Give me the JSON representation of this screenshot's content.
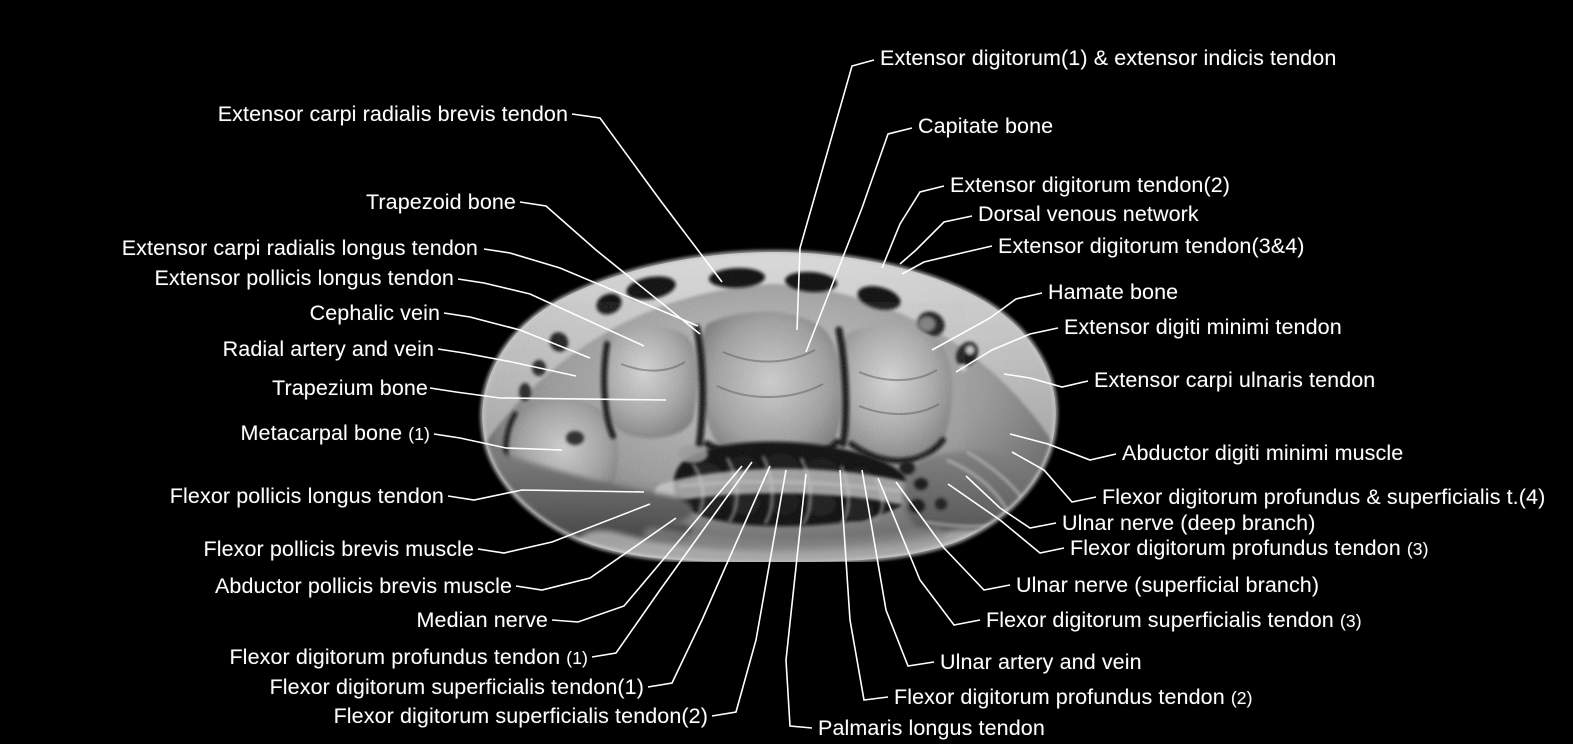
{
  "figure": {
    "type": "axial-mri-cross-section",
    "region": "wrist / carpal tunnel",
    "background_color": "#000000",
    "label_color": "#ffffff",
    "leader_color": "#ffffff"
  },
  "labels": {
    "extensor_digitorum_1_indicis": "Extensor digitorum(1) & extensor indicis tendon",
    "capitate_bone": "Capitate bone",
    "extensor_digitorum_tendon_2": "Extensor digitorum tendon(2)",
    "dorsal_venous_network": "Dorsal venous network",
    "extensor_digitorum_tendon_34": "Extensor digitorum tendon(3&4)",
    "hamate_bone": "Hamate bone",
    "extensor_digiti_minimi_tendon": "Extensor digiti minimi tendon",
    "extensor_carpi_ulnaris_tendon": "Extensor carpi ulnaris tendon",
    "abductor_digiti_minimi_muscle": "Abductor digiti minimi muscle",
    "fdp_fds_t4": "Flexor digitorum profundus & superficialis t.(4)",
    "ulnar_nerve_deep": "Ulnar nerve (deep branch)",
    "fdp_tendon_3_main": "Flexor digitorum profundus tendon",
    "fdp_tendon_3_num": "(3)",
    "ulnar_nerve_superficial": "Ulnar nerve (superficial branch)",
    "fds_tendon_3_main": "Flexor digitorum superficialis tendon",
    "fds_tendon_3_num": "(3)",
    "ulnar_artery_and_vein": "Ulnar artery and vein",
    "fdp_tendon_2_main": "Flexor digitorum profundus tendon",
    "fdp_tendon_2_num": "(2)",
    "palmaris_longus_tendon": "Palmaris longus tendon",
    "fds_tendon_2": "Flexor digitorum superficialis tendon(2)",
    "fds_tendon_1": "Flexor digitorum superficialis tendon(1)",
    "fdp_tendon_1_main": "Flexor digitorum profundus tendon",
    "fdp_tendon_1_num": "(1)",
    "median_nerve": "Median nerve",
    "abductor_pollicis_brevis_muscle": "Abductor pollicis brevis muscle",
    "flexor_pollicis_brevis_muscle": "Flexor pollicis brevis muscle",
    "flexor_pollicis_longus_tendon": "Flexor pollicis longus tendon",
    "metacarpal_bone_1_main": "Metacarpal bone",
    "metacarpal_bone_1_num": "(1)",
    "trapezium_bone": "Trapezium bone",
    "radial_artery_and_vein": "Radial artery and vein",
    "cephalic_vein": "Cephalic vein",
    "extensor_pollicis_longus_tendon": "Extensor pollicis longus tendon",
    "extensor_carpi_radialis_longus_tendon": "Extensor carpi radialis longus tendon",
    "trapezoid_bone": "Trapezoid bone",
    "extensor_carpi_radialis_brevis_tendon": "Extensor carpi radialis brevis tendon"
  }
}
